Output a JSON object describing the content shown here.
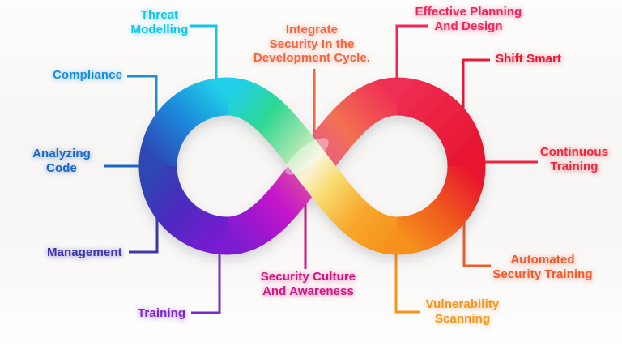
{
  "figure": {
    "type": "devsecops-infinity-loop",
    "ribbon_colors": {
      "cyan": "#20CFE8",
      "green": "#2ED792",
      "pale_green": "#9FE6AC",
      "cream": "#FBF2D5",
      "yellow": "#F8DC6E",
      "gold": "#F8A92E",
      "orange": "#F6921C",
      "orange_red": "#F05A1E",
      "red": "#E7152D",
      "crimson": "#EF2D52",
      "coral": "#F37052",
      "pink": "#E0559A",
      "magenta": "#C517C9",
      "violet": "#7B1BD2",
      "indigo": "#4B2ABE",
      "navy": "#2E46B2",
      "blue": "#1E85DA"
    }
  },
  "labels": {
    "threat_modelling": {
      "text": "Threat\nModelling",
      "color": "#13C5E9"
    },
    "compliance": {
      "text": "Compliance",
      "color": "#1B8FDE"
    },
    "analyzing_code": {
      "text": "Analyzing\nCode",
      "color": "#1766C7"
    },
    "management": {
      "text": "Management",
      "color": "#3B35AE"
    },
    "training": {
      "text": "Training",
      "color": "#7A2AC9"
    },
    "integrate_security": {
      "text": "Integrate\nSecurity In the\nDevelopment Cycle.",
      "color": "#F26740"
    },
    "security_culture": {
      "text": "Security Culture\nAnd Awareness",
      "color": "#D6157E"
    },
    "effective_planning": {
      "text": "Effective Planning\nAnd Design",
      "color": "#F4235A"
    },
    "shift_smart": {
      "text": "Shift Smart",
      "color": "#EB1733"
    },
    "continuous_training": {
      "text": "Continuous\nTraining",
      "color": "#F2253B"
    },
    "automated_security_training": {
      "text": "Automated\nSecurity Training",
      "color": "#F15A2B"
    },
    "vulnerability_scanning": {
      "text": "Vulnerability\nScanning",
      "color": "#F7941D"
    }
  }
}
